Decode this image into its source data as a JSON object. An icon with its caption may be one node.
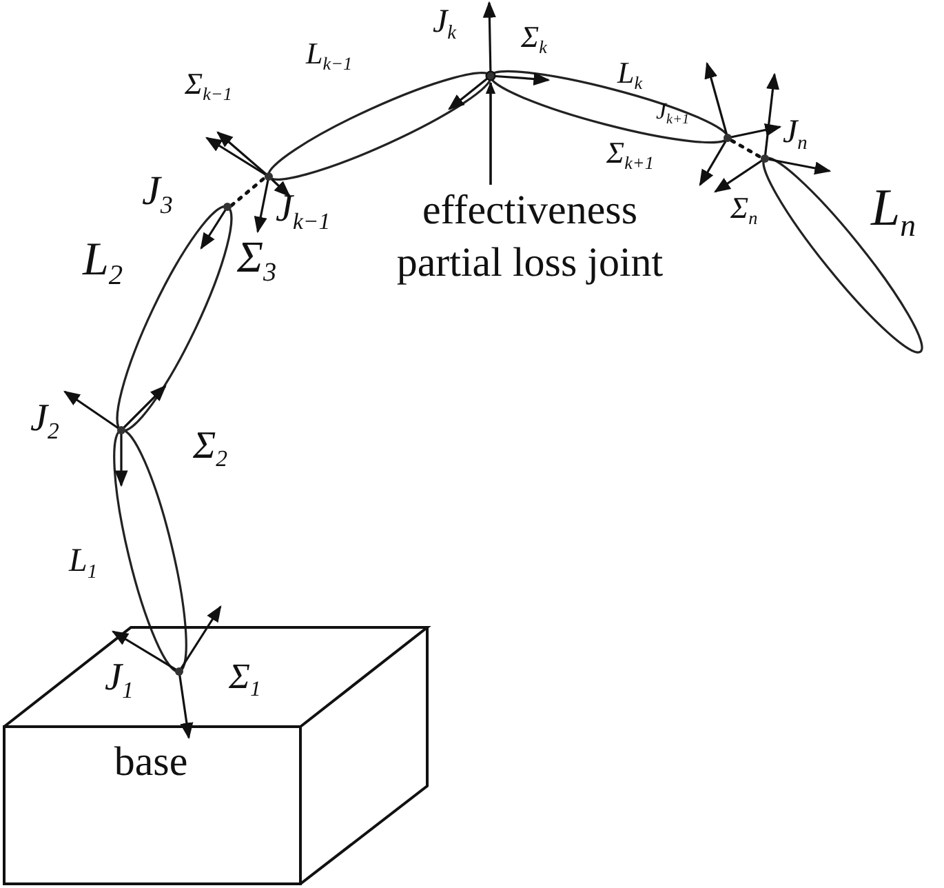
{
  "diagram": {
    "nodes": [
      {
        "text": [
          "base"
        ]
      },
      {
        "text": [
          "effectiveness partial loss joint"
        ]
      },
      {
        "text": [],
        "shape": "circle"
      }
    ],
    "edges": [
      {
        "from": 1,
        "to": 2,
        "arrow": "to"
      }
    ],
    "labels": [
      "J$_{k}$",
      "L$_{k−1}$",
      "Σ$_{k}$",
      "L$_{k}$",
      "Σ$_{k−1}$",
      "J$_{k+1}$",
      "J$_{3}$",
      "J$_{k−1}$",
      "Σ$_{k+1}$",
      "J$_{n}$",
      "Σ$_{3}$",
      "Σ$_{n}$",
      "L$_{2}$",
      "L$_{n}$",
      "J$_{2}$",
      "Σ$_{2}$",
      "L$_{1}$",
      "J$_{1}$",
      "Σ$_{1}$"
    ]
  }
}
